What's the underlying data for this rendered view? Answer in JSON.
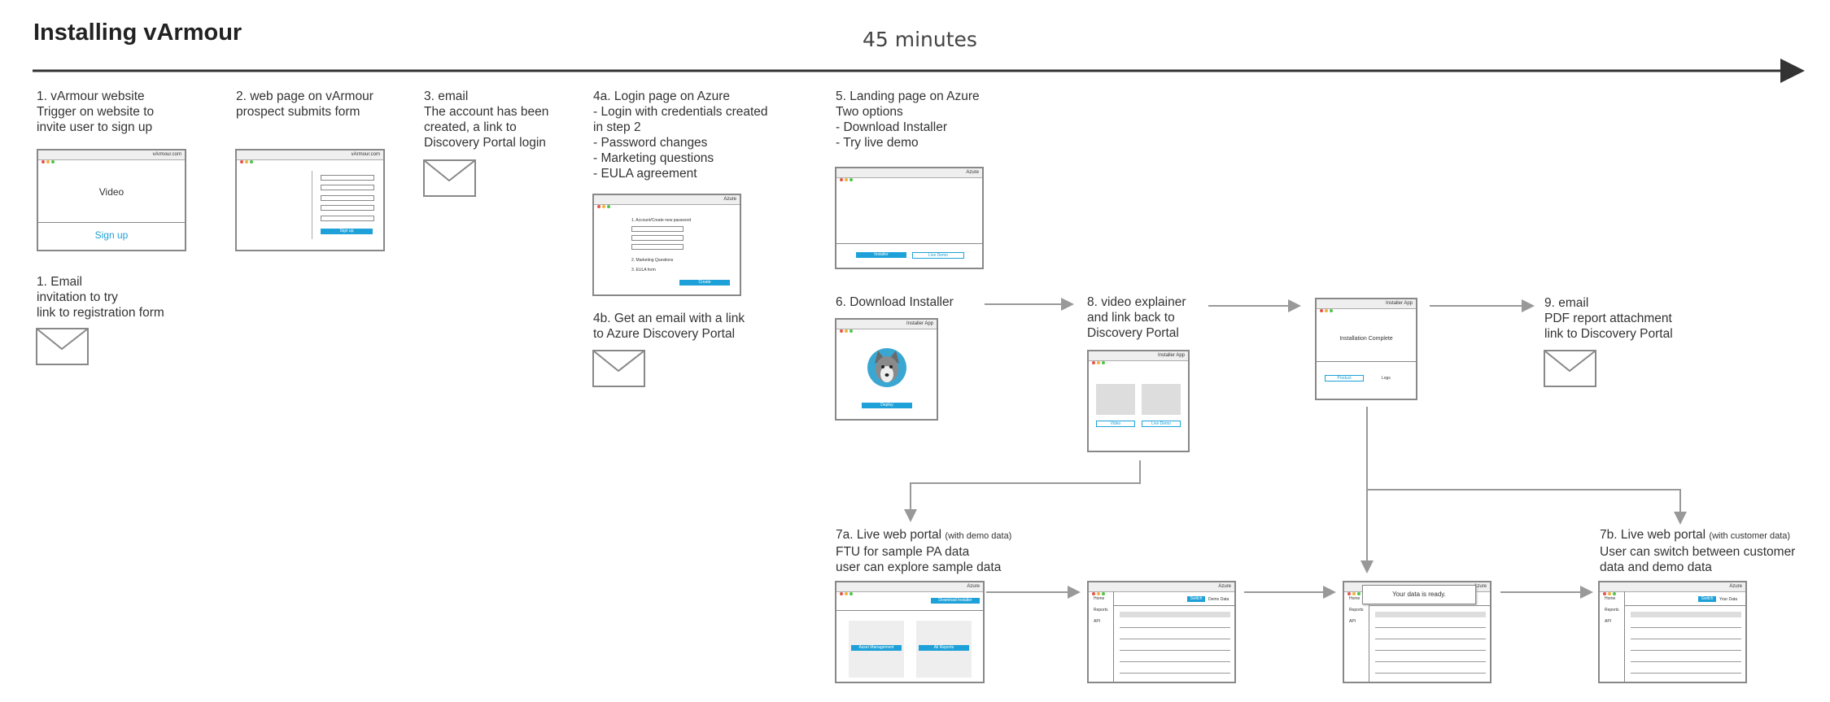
{
  "title": "Installing vArmour",
  "duration": "45 minutes",
  "steps": {
    "s1": "1. vArmour website\nTrigger on website  to\ninvite user to sign up",
    "s1b": "1. Email\ninvitation to try\nlink to registration form",
    "s2": "2. web page on vArmour\nprospect submits form",
    "s3": "3. email\nThe account has been\ncreated, a link to\nDiscovery Portal login",
    "s4a": "4a. Login page on Azure\n- Login with credentials created\nin step 2\n- Password changes\n- Marketing questions\n- EULA agreement",
    "s4b": "4b. Get an email with a link\nto Azure Discovery Portal",
    "s5": "5. Landing page on Azure\nTwo options\n- Download Installer\n- Try live demo",
    "s6": "6.  Download Installer",
    "s8": "8.  video explainer\nand link back to\nDiscovery Portal",
    "s9": "9. email\nPDF report attachment\nlink to Discovery Portal",
    "s7a_head": "7a. Live web portal ",
    "s7a_small": "(with demo data)",
    "s7a_body": "FTU for sample PA data\nuser can explore sample data",
    "s7b_head": "7b. Live web portal ",
    "s7b_small": "(with customer data)",
    "s7b_body": "User can switch between customer\ndata and demo data"
  },
  "mockups": {
    "varmour_com": "vArmour.com",
    "video": "Video",
    "sign_up": "Sign up",
    "sign_up_btn": "Sign up",
    "azure": "Azure",
    "login_field_label": "1. Account/Create new password",
    "marketing": "2. Marketing Questions",
    "eula": "3. EULA form",
    "create": "Create",
    "installer": "Installer",
    "live_demo": "Live Demo",
    "installer_app": "Installer App",
    "deploy": "Deploy",
    "video_btn": "Video",
    "installation_complete": "Installation  Complete",
    "product": "Product",
    "logs": "Logs",
    "download_installer": "Download Installer",
    "asset_mgmt": "Asset Management",
    "all_reports": "All Reports",
    "home": "Home",
    "reports": "Reports",
    "api": "API",
    "switch": "Switch",
    "demo_data": "Demo Data",
    "your_data": "Your Data",
    "ready": "Your data is ready."
  },
  "colors": {
    "accent": "#1da1d8",
    "frame": "#888888",
    "arrow": "#999999"
  }
}
